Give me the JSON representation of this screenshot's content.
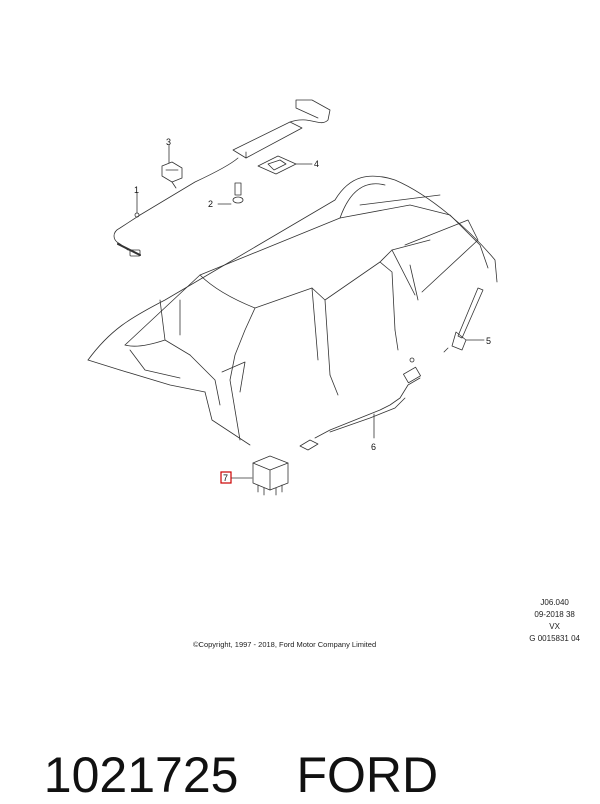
{
  "diagram": {
    "callouts": [
      "1",
      "2",
      "3",
      "4",
      "5",
      "6",
      "7"
    ],
    "highlighted_callout": "7",
    "highlight_color": "#cc0000",
    "reference_block": [
      "J06.040",
      "09-2018 38",
      "VX",
      "G 0015831 04"
    ],
    "copyright": "©Copyright, 1997 - 2018, Ford Motor Company Limited"
  },
  "footer": {
    "part_number": "1021725",
    "brand": "FORD"
  }
}
